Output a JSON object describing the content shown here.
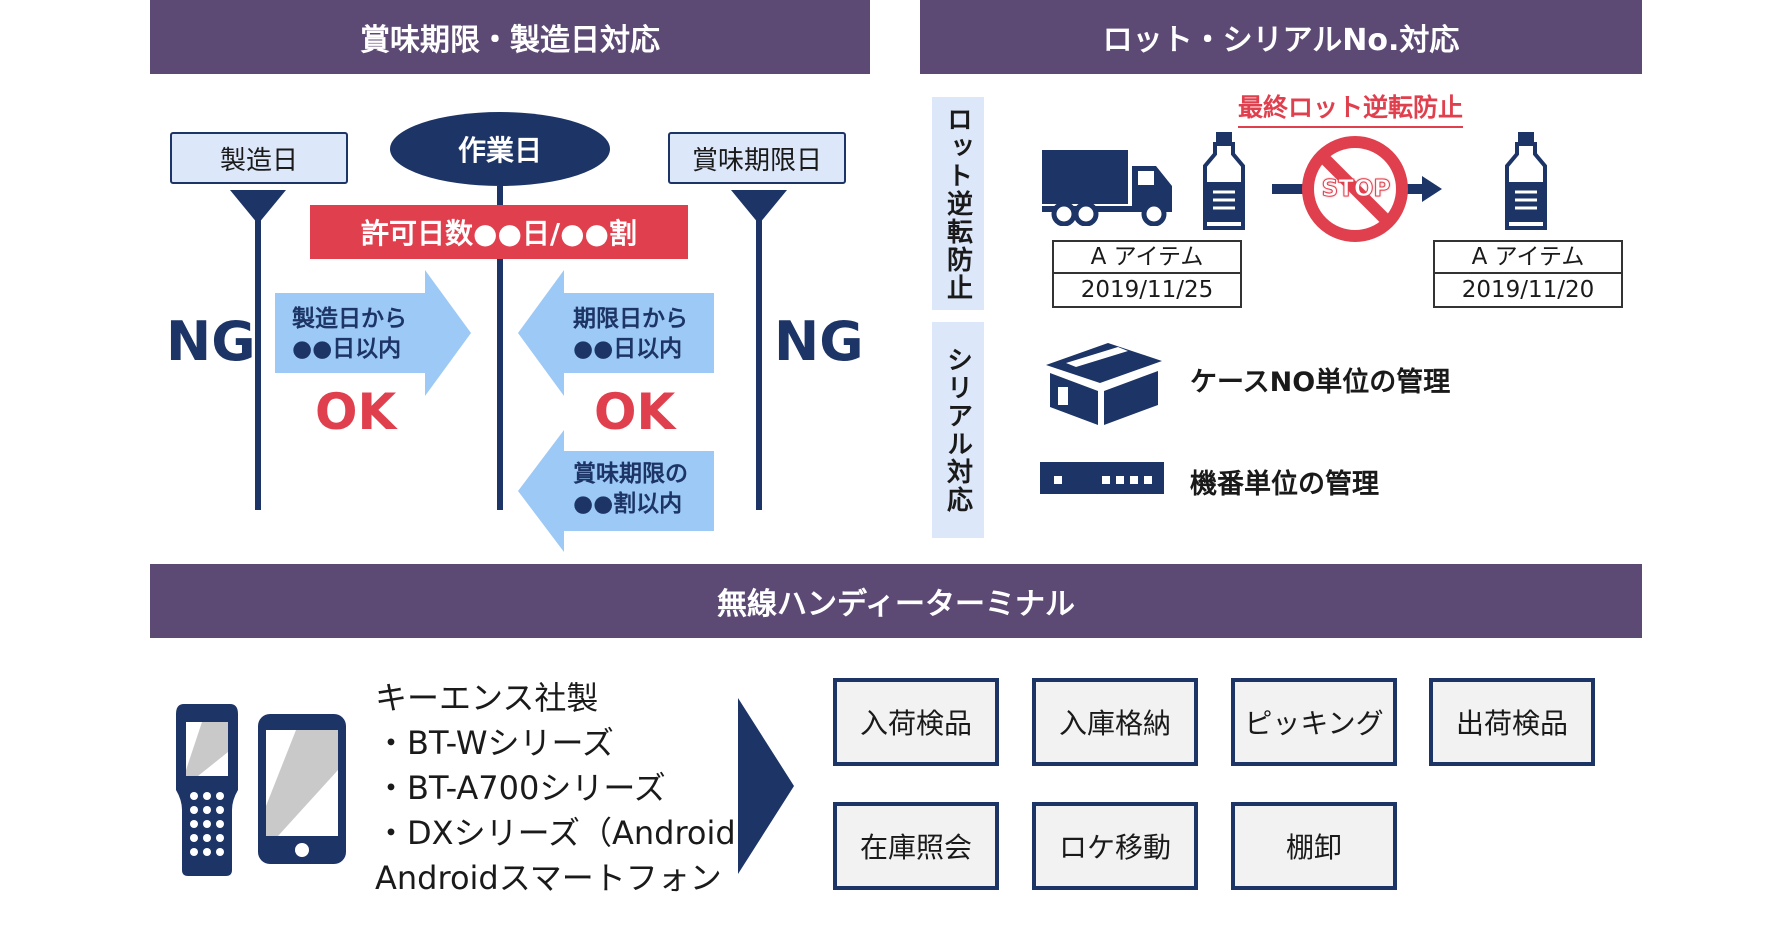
{
  "headers": {
    "expiry": "賞味期限・製造日対応",
    "lot": "ロット・シリアルNo.対応",
    "terminal": "無線ハンディーターミナル"
  },
  "expiry": {
    "manufacture_date": "製造日",
    "work_date": "作業日",
    "expiry_date": "賞味期限日",
    "allowed_days": "許可日数●●日/●●割",
    "ng_left": "NG",
    "ng_right": "NG",
    "arrow_from_manufacture": [
      "製造日から",
      "●●日以内"
    ],
    "arrow_from_expiry": [
      "期限日から",
      "●●日以内"
    ],
    "arrow_ratio": [
      "賞味期限の",
      "●●割以内"
    ],
    "ok_left": "OK",
    "ok_right": "OK"
  },
  "lot": {
    "lot_reverse_label": "ロット逆転防止",
    "serial_label": "シリアル対応",
    "final_lot_prevention": "最終ロット逆転防止",
    "stop_sign": "STOP",
    "item_left": {
      "name": "A アイテム",
      "date": "2019/11/25"
    },
    "item_right": {
      "name": "A アイテム",
      "date": "2019/11/20"
    },
    "case_mgmt": "ケースNO単位の管理",
    "device_mgmt": "機番単位の管理"
  },
  "terminal": {
    "device_lines": [
      "キーエンス社製",
      "・BT-Wシリーズ",
      "・BT-A700シリーズ",
      "・DXシリーズ（Android)",
      "Androidスマートフォン"
    ],
    "functions": [
      "入荷検品",
      "入庫格納",
      "ピッキング",
      "出荷検品",
      "在庫照会",
      "ロケ移動",
      "棚卸"
    ]
  },
  "colors": {
    "header_bg": "#5c4a75",
    "navy": "#1c3466",
    "light_blue": "#dce7fa",
    "arrow_blue": "#9cc9f5",
    "red": "#e0404e"
  },
  "icons": [
    "truck-icon",
    "bottle-icon",
    "stop-sign-icon",
    "box-icon",
    "serial-tag-icon",
    "handheld-terminal-icon",
    "smartphone-icon",
    "chevron-right-icon"
  ]
}
